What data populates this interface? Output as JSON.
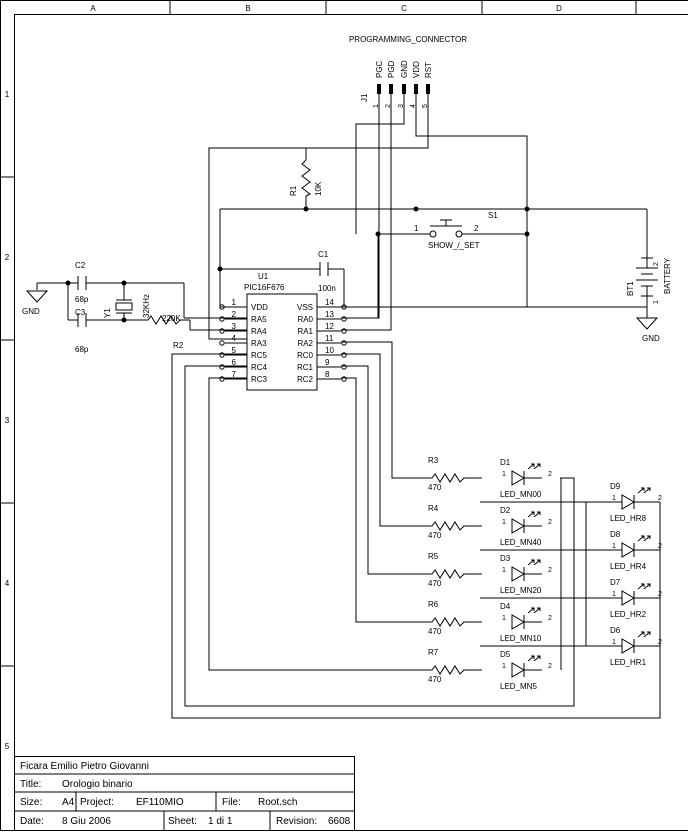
{
  "border": {
    "columns": [
      "A",
      "B",
      "C",
      "D"
    ],
    "rows": [
      "1",
      "2",
      "3",
      "4",
      "5"
    ]
  },
  "connector": {
    "title": "PROGRAMMING_CONNECTOR",
    "ref": "J1",
    "pin_names": [
      "PGC",
      "PGD",
      "GND",
      "VDD",
      "RST"
    ],
    "pin_numbers": [
      "1",
      "2",
      "3",
      "4",
      "5"
    ]
  },
  "r1": {
    "ref": "R1",
    "value": "10K"
  },
  "s1": {
    "ref": "S1",
    "name": "SHOW_/_SET",
    "pin1": "1",
    "pin2": "2"
  },
  "c1": {
    "ref": "C1",
    "value": "100n"
  },
  "u1": {
    "ref": "U1",
    "part": "PIC16F676",
    "left_pins": [
      {
        "num": "1",
        "name": "VDD"
      },
      {
        "num": "2",
        "name": "RA5"
      },
      {
        "num": "3",
        "name": "RA4"
      },
      {
        "num": "4",
        "name": "RA3"
      },
      {
        "num": "5",
        "name": "RC5"
      },
      {
        "num": "6",
        "name": "RC4"
      },
      {
        "num": "7",
        "name": "RC3"
      }
    ],
    "right_pins": [
      {
        "num": "14",
        "name": "VSS"
      },
      {
        "num": "13",
        "name": "RA0"
      },
      {
        "num": "12",
        "name": "RA1"
      },
      {
        "num": "11",
        "name": "RA2"
      },
      {
        "num": "10",
        "name": "RC0"
      },
      {
        "num": "9",
        "name": "RC1"
      },
      {
        "num": "8",
        "name": "RC2"
      }
    ]
  },
  "bt1": {
    "ref": "BT1",
    "name": "BATTERY",
    "pin1": "1",
    "pin2": "2"
  },
  "gnd_label": "GND",
  "c2": {
    "ref": "C2",
    "value": "68p"
  },
  "c3": {
    "ref": "C3",
    "value": "68p"
  },
  "y1": {
    "ref": "Y1",
    "value": "32KHz"
  },
  "r2": {
    "ref": "R2",
    "value": "220K"
  },
  "resistors": [
    {
      "ref": "R3",
      "value": "470"
    },
    {
      "ref": "R4",
      "value": "470"
    },
    {
      "ref": "R5",
      "value": "470"
    },
    {
      "ref": "R6",
      "value": "470"
    },
    {
      "ref": "R7",
      "value": "470"
    }
  ],
  "leds_left": [
    {
      "ref": "D1",
      "name": "LED_MN00",
      "pin1": "1",
      "pin2": "2"
    },
    {
      "ref": "D2",
      "name": "LED_MN40",
      "pin1": "1",
      "pin2": "2"
    },
    {
      "ref": "D3",
      "name": "LED_MN20",
      "pin1": "1",
      "pin2": "2"
    },
    {
      "ref": "D4",
      "name": "LED_MN10",
      "pin1": "1",
      "pin2": "2"
    },
    {
      "ref": "D5",
      "name": "LED_MN5",
      "pin1": "1",
      "pin2": "2"
    }
  ],
  "leds_right": [
    {
      "ref": "D9",
      "name": "LED_HR8",
      "pin1": "1",
      "pin2": "2"
    },
    {
      "ref": "D8",
      "name": "LED_HR4",
      "pin1": "1",
      "pin2": "2"
    },
    {
      "ref": "D7",
      "name": "LED_HR2",
      "pin1": "1",
      "pin2": "2"
    },
    {
      "ref": "D6",
      "name": "LED_HR1",
      "pin1": "1",
      "pin2": "2"
    }
  ],
  "title_block": {
    "author": "Ficara Emilio Pietro Giovanni",
    "title_label": "Title:",
    "title_value": "Orologio binario",
    "size_label": "Size:",
    "size_value": "A4",
    "project_label": "Project:",
    "project_value": "EF110MIO",
    "file_label": "File:",
    "file_value": "Root.sch",
    "date_label": "Date:",
    "date_value": "8 Giu 2006",
    "sheet_label": "Sheet:",
    "sheet_value": "1 di 1",
    "revision_label": "Revision:",
    "revision_value": "6608"
  }
}
